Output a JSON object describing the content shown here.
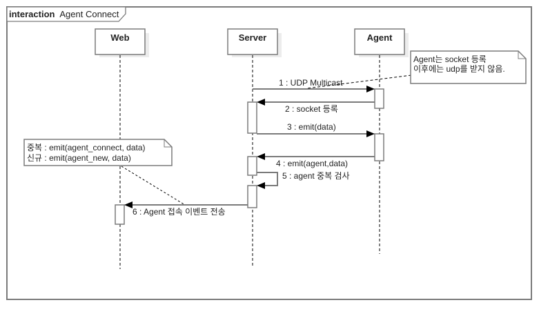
{
  "frame": {
    "keyword": "interaction",
    "name": "Agent Connect"
  },
  "lifelines": [
    {
      "id": "web",
      "label": "Web"
    },
    {
      "id": "server",
      "label": "Server"
    },
    {
      "id": "agent",
      "label": "Agent"
    }
  ],
  "messages": [
    {
      "seq": 1,
      "label": "1 : UDP Multicast",
      "from": "server",
      "to": "agent"
    },
    {
      "seq": 2,
      "label": "2 : socket 등록",
      "from": "agent",
      "to": "server"
    },
    {
      "seq": 3,
      "label": "3 : emit(data)",
      "from": "server",
      "to": "agent"
    },
    {
      "seq": 4,
      "label": "4 : emit(agent,data)",
      "from": "agent",
      "to": "server"
    },
    {
      "seq": 5,
      "label": "5 : agent 중복 검사",
      "from": "server",
      "to": "server"
    },
    {
      "seq": 6,
      "label": "6 : Agent 접속 이벤트 전송",
      "from": "server",
      "to": "web"
    }
  ],
  "notes": [
    {
      "id": "agent-note",
      "lines": [
        "Agent는 socket 등록",
        "이후에는 udp를 받지 않음."
      ]
    },
    {
      "id": "web-note",
      "lines": [
        "중복 : emit(agent_connect, data)",
        "신규 : emit(agent_new, data)"
      ]
    }
  ],
  "colors": {
    "line": "#7a7a7a",
    "text": "#222222",
    "shadow": "#ececec"
  }
}
